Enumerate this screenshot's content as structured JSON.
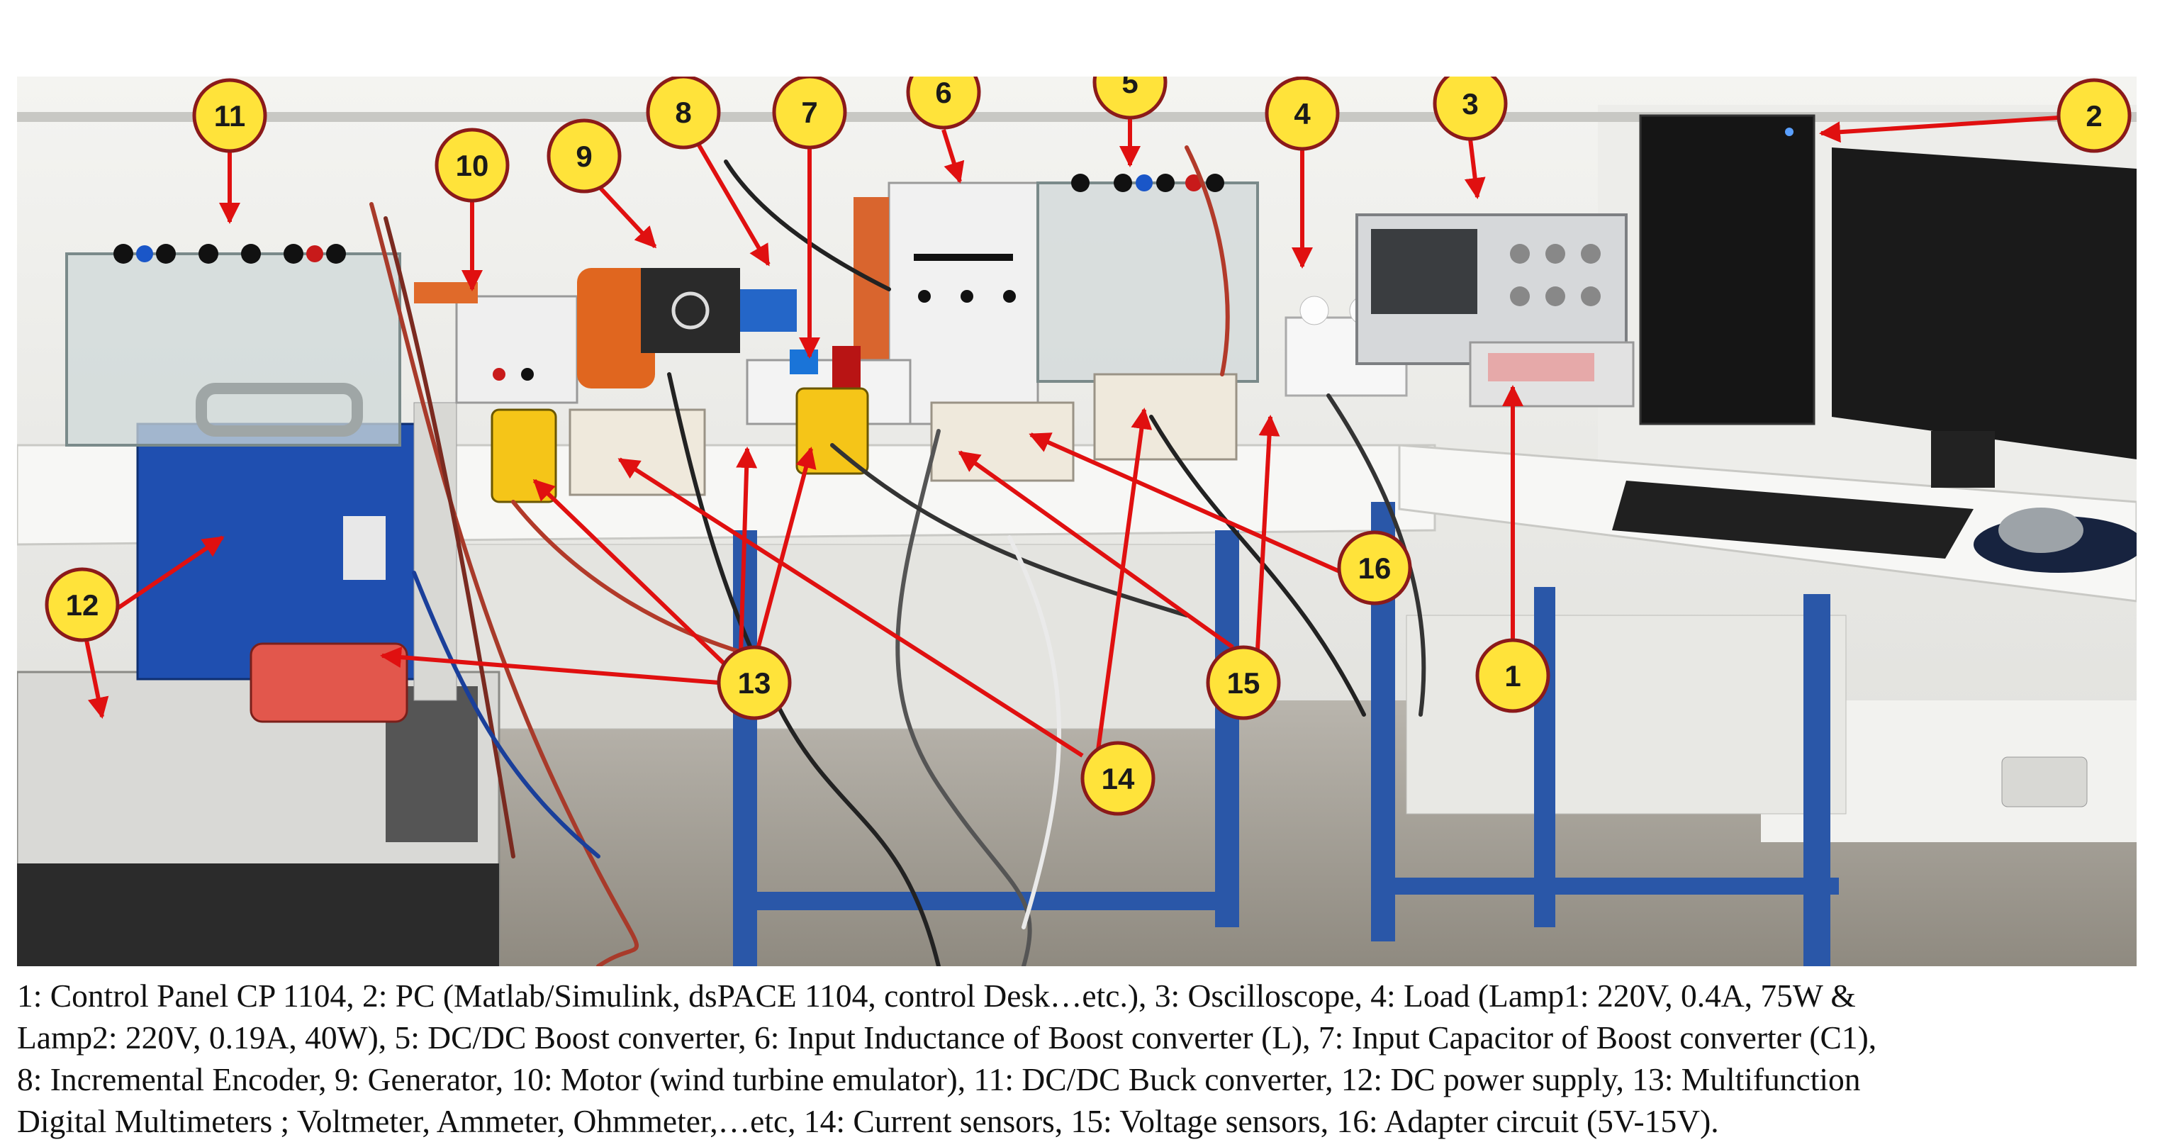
{
  "callouts": [
    {
      "number": "1"
    },
    {
      "number": "2"
    },
    {
      "number": "3"
    },
    {
      "number": "4"
    },
    {
      "number": "5"
    },
    {
      "number": "6"
    },
    {
      "number": "7"
    },
    {
      "number": "8"
    },
    {
      "number": "9"
    },
    {
      "number": "10"
    },
    {
      "number": "11"
    },
    {
      "number": "12"
    },
    {
      "number": "13"
    },
    {
      "number": "14"
    },
    {
      "number": "15"
    },
    {
      "number": "16"
    }
  ],
  "caption": {
    "lines": [
      "1: Control Panel CP 1104, 2: PC (Matlab/Simulink, dsPACE 1104, control Desk…etc.), 3: Oscilloscope, 4: Load (Lamp1: 220V, 0.4A, 75W &",
      "Lamp2: 220V, 0.19A, 40W), 5: DC/DC Boost converter, 6: Input Inductance of Boost converter (L), 7: Input Capacitor of Boost converter (C1),",
      "8: Incremental Encoder, 9: Generator, 10: Motor (wind turbine emulator), 11: DC/DC Buck converter, 12: DC power supply, 13: Multifunction",
      "Digital Multimeters ; Voltmeter, Ammeter, Ohmmeter,…etc, 14: Current sensors, 15: Voltage sensors, 16: Adapter circuit (5V-15V)."
    ]
  },
  "colors": {
    "callout_fill": "#ffe33a",
    "callout_stroke": "#8b1a1a",
    "arrow": "#e01010",
    "table_frame": "#2a57a8",
    "power_supply": "#1f4fb0"
  }
}
